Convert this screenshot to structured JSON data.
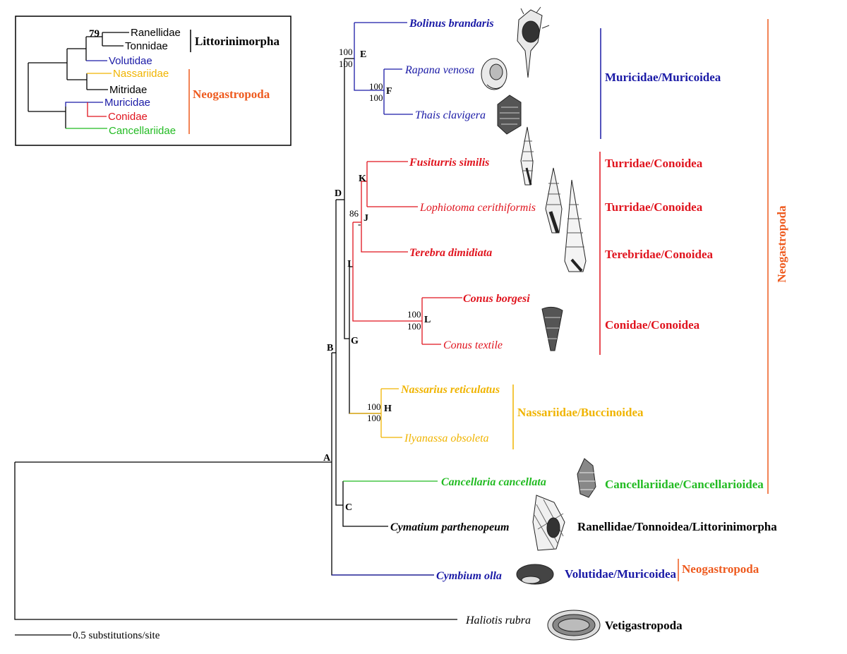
{
  "colors": {
    "black": "#000000",
    "muricidae_blue": "#1a1aa6",
    "conoidea_red": "#e0141e",
    "nassariid_yellow": "#f0b400",
    "cancellariid_green": "#22bb22",
    "neogastropoda_orange": "#ee5a1e"
  },
  "inset": {
    "bootstrap": "79",
    "taxa": [
      "Ranellidae",
      "Tonnidae",
      "Volutidae",
      "Nassariidae",
      "Mitridae",
      "Muricidae",
      "Conidae",
      "Cancellariidae"
    ],
    "groups": [
      "Littorinimorpha",
      "Neogastropoda"
    ]
  },
  "species": [
    "Bolinus brandaris",
    "Rapana venosa",
    "Thais clavigera",
    "Fusiturris similis",
    "Lophiotoma cerithiformis",
    "Terebra dimidiata",
    "Conus borgesi",
    "Conus textile",
    "Nassarius reticulatus",
    "Ilyanassa obsoleta",
    "Cancellaria cancellata",
    "Cymatium parthenopeum",
    "Cymbium olla",
    "Haliotis rubra"
  ],
  "nodes": [
    "A",
    "B",
    "C",
    "D",
    "E",
    "F",
    "G",
    "H",
    "I",
    "J",
    "K",
    "L"
  ],
  "bootstrap": {
    "E": [
      "100",
      "100"
    ],
    "F": [
      "100",
      "100"
    ],
    "J": [
      "86",
      "-"
    ],
    "L": [
      "100",
      "100"
    ],
    "H": [
      "100",
      "100"
    ]
  },
  "clades": {
    "muricidae": "Muricidae/Muricoidea",
    "turridae_1": "Turridae/Conoidea",
    "turridae_2": "Turridae/Conoidea",
    "terebridae": "Terebridae/Conoidea",
    "conidae": "Conidae/Conoidea",
    "nassariidae": "Nassariidae/Buccinoidea",
    "cancellariidae": "Cancellariidae/Cancellarioidea",
    "ranellidae": "Ranellidae/Tonnoidea/Littorinimorpha",
    "volutidae": "Volutidae/Muricoidea",
    "neogastropoda_small": "Neogastropoda",
    "vetigastropoda": "Vetigastropoda",
    "neogastropoda_vertical": "Neogastropoda"
  },
  "scale_bar": "0.5 substitutions/site",
  "shell_icons": [
    "bolinus-shell-icon",
    "rapana-shell-icon",
    "thais-shell-icon",
    "fusiturris-shell-icon",
    "lophiotoma-shell-icon",
    "terebra-shell-icon",
    "conus-shell-icon",
    "cancellaria-shell-icon",
    "cymatium-shell-icon",
    "cymbium-shell-icon",
    "haliotis-shell-icon"
  ]
}
